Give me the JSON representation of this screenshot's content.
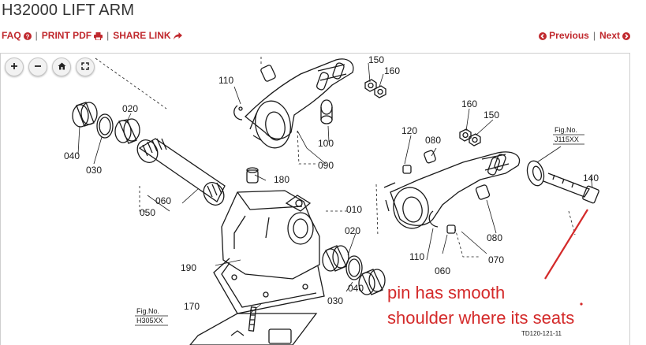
{
  "page": {
    "title": "H32000 LIFT ARM"
  },
  "toolbar": {
    "faq": "FAQ",
    "print_pdf": "PRINT PDF",
    "share_link": "SHARE LINK",
    "previous": "Previous",
    "next": "Next",
    "separator": "|"
  },
  "viewer": {
    "zoom_buttons": [
      "zoom-in",
      "zoom-out",
      "home",
      "fullscreen"
    ]
  },
  "diagram": {
    "part_labels": [
      "150",
      "160",
      "110",
      "020",
      "100",
      "090",
      "040",
      "030",
      "180",
      "060",
      "050",
      "010",
      "020",
      "190",
      "120",
      "080",
      "160",
      "150",
      "080",
      "070",
      "110",
      "060",
      "030",
      "040",
      "170",
      "140"
    ],
    "fig_ref_1_line1": "Fig.No.",
    "fig_ref_1_line2": "J115XX",
    "fig_ref_2_line1": "Fig.No.",
    "fig_ref_2_line2": "H305XX",
    "drawing_code": "TD120-121-11"
  },
  "annotation": {
    "line1": "pin has smooth",
    "line2": "shoulder where its seats",
    "color": "#d42a2a"
  },
  "colors": {
    "link": "#c0282d",
    "title": "#333333"
  }
}
